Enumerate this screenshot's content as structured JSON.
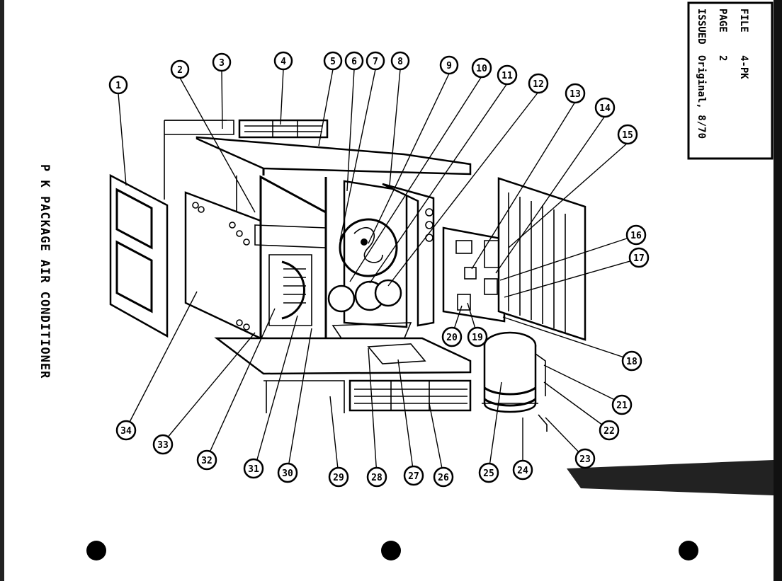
{
  "diagram": {
    "title": "P K PACKAGE AIR CONDITIONER",
    "info_box": {
      "file_label": "FILE",
      "file_value": "4-PK",
      "page_label": "PAGE",
      "page_value": "2",
      "issued_label": "ISSUED",
      "issued_value": "Original, 8/70"
    },
    "callouts": [
      "1",
      "2",
      "3",
      "4",
      "5",
      "6",
      "7",
      "8",
      "9",
      "10",
      "11",
      "12",
      "13",
      "14",
      "15",
      "16",
      "17",
      "18",
      "19",
      "20",
      "21",
      "22",
      "23",
      "24",
      "25",
      "26",
      "27",
      "28",
      "29",
      "30",
      "31",
      "32",
      "33",
      "34"
    ]
  }
}
